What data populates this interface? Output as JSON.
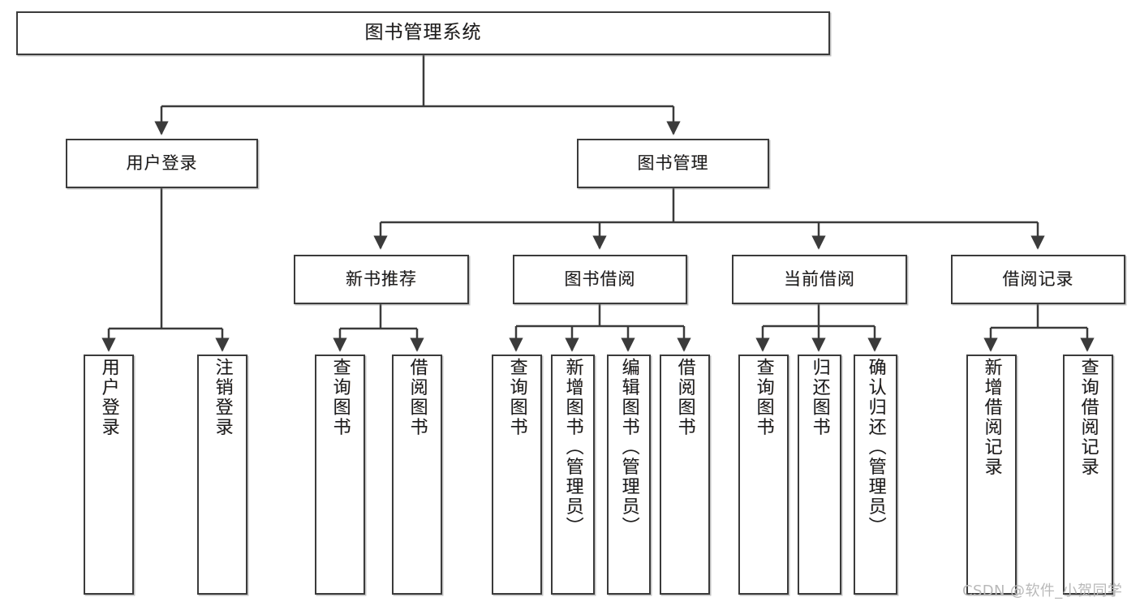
{
  "diagram": {
    "title": "图书管理系统",
    "type": "tree-hierarchy",
    "orientation": "top-down",
    "colors": {
      "background": "#ffffff",
      "box_border": "#3b3b3b",
      "box_fill": "#ffffff",
      "connector": "#3b3b3b",
      "watermark": "#b9b9b9"
    }
  },
  "watermark": {
    "text": "CSDN @软件_小贺同学"
  },
  "nodes": {
    "root": {
      "id": "root",
      "label": "图书管理系统",
      "level": 0
    },
    "level1": [
      {
        "id": "user-login",
        "label": "用户登录",
        "level": 1
      },
      {
        "id": "book-manage",
        "label": "图书管理",
        "level": 1
      }
    ],
    "level2": [
      {
        "id": "new-book-recommend",
        "label": "新书推荐",
        "level": 2,
        "parent": "book-manage"
      },
      {
        "id": "book-borrow",
        "label": "图书借阅",
        "level": 2,
        "parent": "book-manage"
      },
      {
        "id": "current-borrow",
        "label": "当前借阅",
        "level": 2,
        "parent": "book-manage"
      },
      {
        "id": "borrow-record",
        "label": "借阅记录",
        "level": 2,
        "parent": "book-manage"
      }
    ],
    "leaves": [
      {
        "id": "leaf-user-login",
        "label": "用户登录",
        "parent": "user-login"
      },
      {
        "id": "leaf-user-logout",
        "label": "注销登录",
        "parent": "user-login"
      },
      {
        "id": "leaf-query-book-1",
        "label": "查询图书",
        "parent": "new-book-recommend"
      },
      {
        "id": "leaf-borrow-book-1",
        "label": "借阅图书",
        "parent": "new-book-recommend"
      },
      {
        "id": "leaf-query-book-2",
        "label": "查询图书",
        "parent": "book-borrow"
      },
      {
        "id": "leaf-add-book",
        "label": "新增图书（管理员）",
        "parent": "book-borrow"
      },
      {
        "id": "leaf-edit-book",
        "label": "编辑图书（管理员）",
        "parent": "book-borrow"
      },
      {
        "id": "leaf-borrow-book-2",
        "label": "借阅图书",
        "parent": "book-borrow"
      },
      {
        "id": "leaf-query-book-3",
        "label": "查询图书",
        "parent": "current-borrow"
      },
      {
        "id": "leaf-return-book",
        "label": "归还图书",
        "parent": "current-borrow"
      },
      {
        "id": "leaf-confirm-return",
        "label": "确认归还（管理员）",
        "parent": "current-borrow"
      },
      {
        "id": "leaf-add-record",
        "label": "新增借阅记录",
        "parent": "borrow-record"
      },
      {
        "id": "leaf-query-record",
        "label": "查询借阅记录",
        "parent": "borrow-record"
      }
    ]
  }
}
